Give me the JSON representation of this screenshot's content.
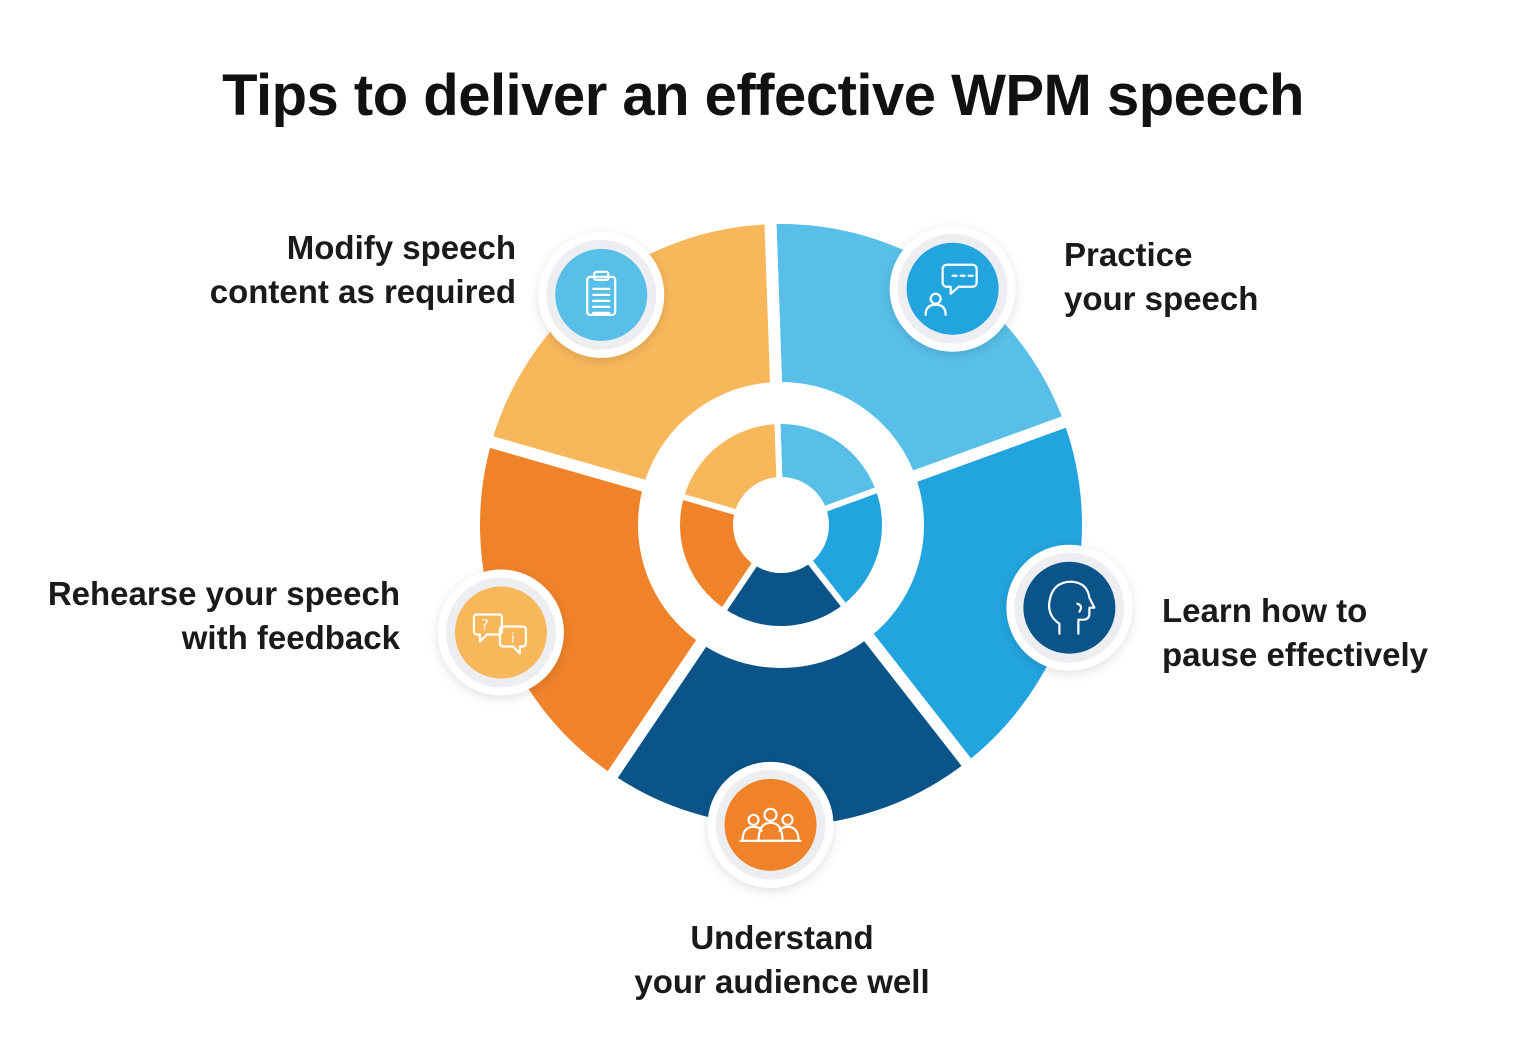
{
  "title": "Tips to deliver an effective WPM speech",
  "colors": {
    "light_blue": "#58bfe8",
    "blue": "#22a4de",
    "dark_blue": "#0a5489",
    "orange": "#f0822a",
    "light_orange": "#f8b75b",
    "background": "#ffffff",
    "badge_ring": "#eceef1"
  },
  "tips": [
    {
      "id": "modify",
      "color": "#58bfe8",
      "icon": "clipboard-icon",
      "lines": [
        "Modify speech",
        "content as required"
      ]
    },
    {
      "id": "practice",
      "color": "#22a4de",
      "icon": "speaker-bubble-icon",
      "lines": [
        "Practice",
        "your speech"
      ]
    },
    {
      "id": "pause",
      "color": "#0a5489",
      "icon": "head-profile-icon",
      "lines": [
        "Learn how to",
        "pause effectively"
      ]
    },
    {
      "id": "audience",
      "color": "#f0822a",
      "icon": "audience-icon",
      "lines": [
        "Understand",
        "your audience well"
      ]
    },
    {
      "id": "rehearse",
      "color": "#f8b75b",
      "icon": "chat-feedback-icon",
      "lines": [
        "Rehearse your speech",
        "with feedback"
      ]
    }
  ]
}
